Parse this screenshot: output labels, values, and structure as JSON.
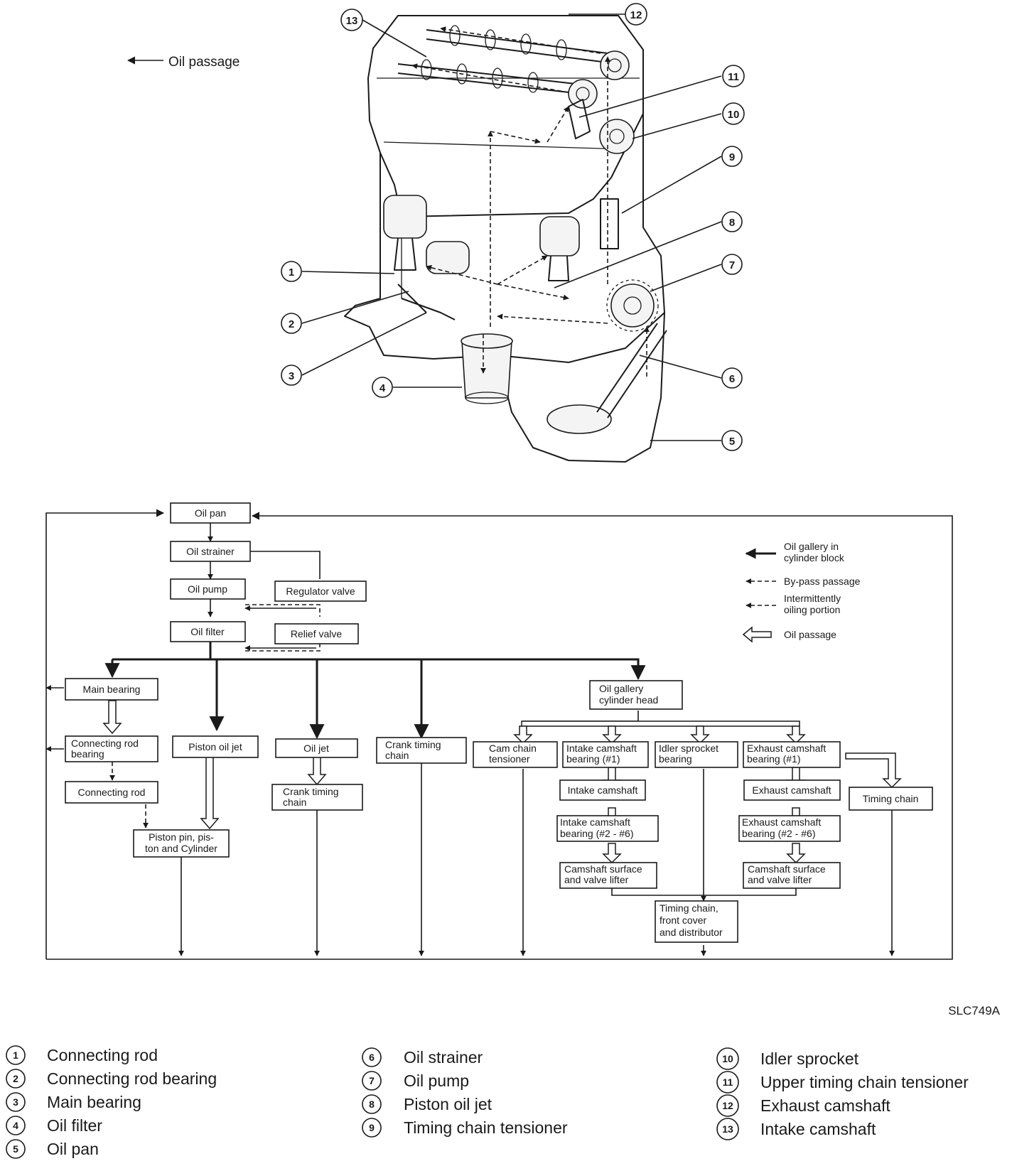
{
  "top_legend": {
    "oil_passage": "Oil passage"
  },
  "callouts": [
    "1",
    "2",
    "3",
    "4",
    "5",
    "6",
    "7",
    "8",
    "9",
    "10",
    "11",
    "12",
    "13"
  ],
  "flow": {
    "oil_pan": "Oil pan",
    "oil_strainer": "Oil strainer",
    "oil_pump": "Oil pump",
    "regulator_valve": "Regulator valve",
    "oil_filter": "Oil filter",
    "relief_valve": "Relief valve",
    "main_bearing": "Main bearing",
    "conrod_bearing": [
      "Connecting rod",
      "bearing"
    ],
    "connecting_rod": "Connecting rod",
    "piston_oil_jet": "Piston oil jet",
    "piston_pin": [
      "Piston pin, pis-",
      "ton and Cylinder"
    ],
    "oil_jet": "Oil jet",
    "crank_timing_chain_b": [
      "Crank timing",
      "chain"
    ],
    "crank_timing_chain_a": [
      "Crank timing",
      "chain"
    ],
    "oil_gallery_head": [
      "Oil gallery",
      "cylinder head"
    ],
    "cam_chain_tensioner": [
      "Cam chain",
      "tensioner"
    ],
    "intake_cam_bearing_1": [
      "Intake camshaft",
      "bearing (#1)"
    ],
    "idler_sprocket_bearing": [
      "Idler sprocket",
      "bearing"
    ],
    "exhaust_cam_bearing_1": [
      "Exhaust camshaft",
      "bearing (#1)"
    ],
    "intake_camshaft": "Intake camshaft",
    "exhaust_camshaft": "Exhaust camshaft",
    "timing_chain": "Timing chain",
    "intake_cam_bearing_2_6": [
      "Intake camshaft",
      "bearing (#2 - #6)"
    ],
    "exhaust_cam_bearing_2_6": [
      "Exhaust camshaft",
      "bearing (#2 - #6)"
    ],
    "intake_surface": [
      "Camshaft surface",
      "and valve lifter"
    ],
    "exhaust_surface": [
      "Camshaft surface",
      "and valve lifter"
    ],
    "timing_front": [
      "Timing chain,",
      "front cover",
      "and distributor"
    ]
  },
  "flow_legend": {
    "gallery": [
      "Oil gallery in",
      "cylinder block"
    ],
    "bypass": "By-pass passage",
    "intermittent": [
      "Intermittently",
      "oiling portion"
    ],
    "passage": "Oil passage"
  },
  "figure_code": "SLC749A",
  "key": [
    {
      "num": "1",
      "label": "Connecting rod"
    },
    {
      "num": "2",
      "label": "Connecting rod bearing"
    },
    {
      "num": "3",
      "label": "Main bearing"
    },
    {
      "num": "4",
      "label": "Oil filter"
    },
    {
      "num": "5",
      "label": "Oil pan"
    },
    {
      "num": "6",
      "label": "Oil strainer"
    },
    {
      "num": "7",
      "label": "Oil pump"
    },
    {
      "num": "8",
      "label": "Piston oil jet"
    },
    {
      "num": "9",
      "label": "Timing chain tensioner"
    },
    {
      "num": "10",
      "label": "Idler sprocket"
    },
    {
      "num": "11",
      "label": "Upper timing chain tensioner"
    },
    {
      "num": "12",
      "label": "Exhaust camshaft"
    },
    {
      "num": "13",
      "label": "Intake camshaft"
    }
  ]
}
